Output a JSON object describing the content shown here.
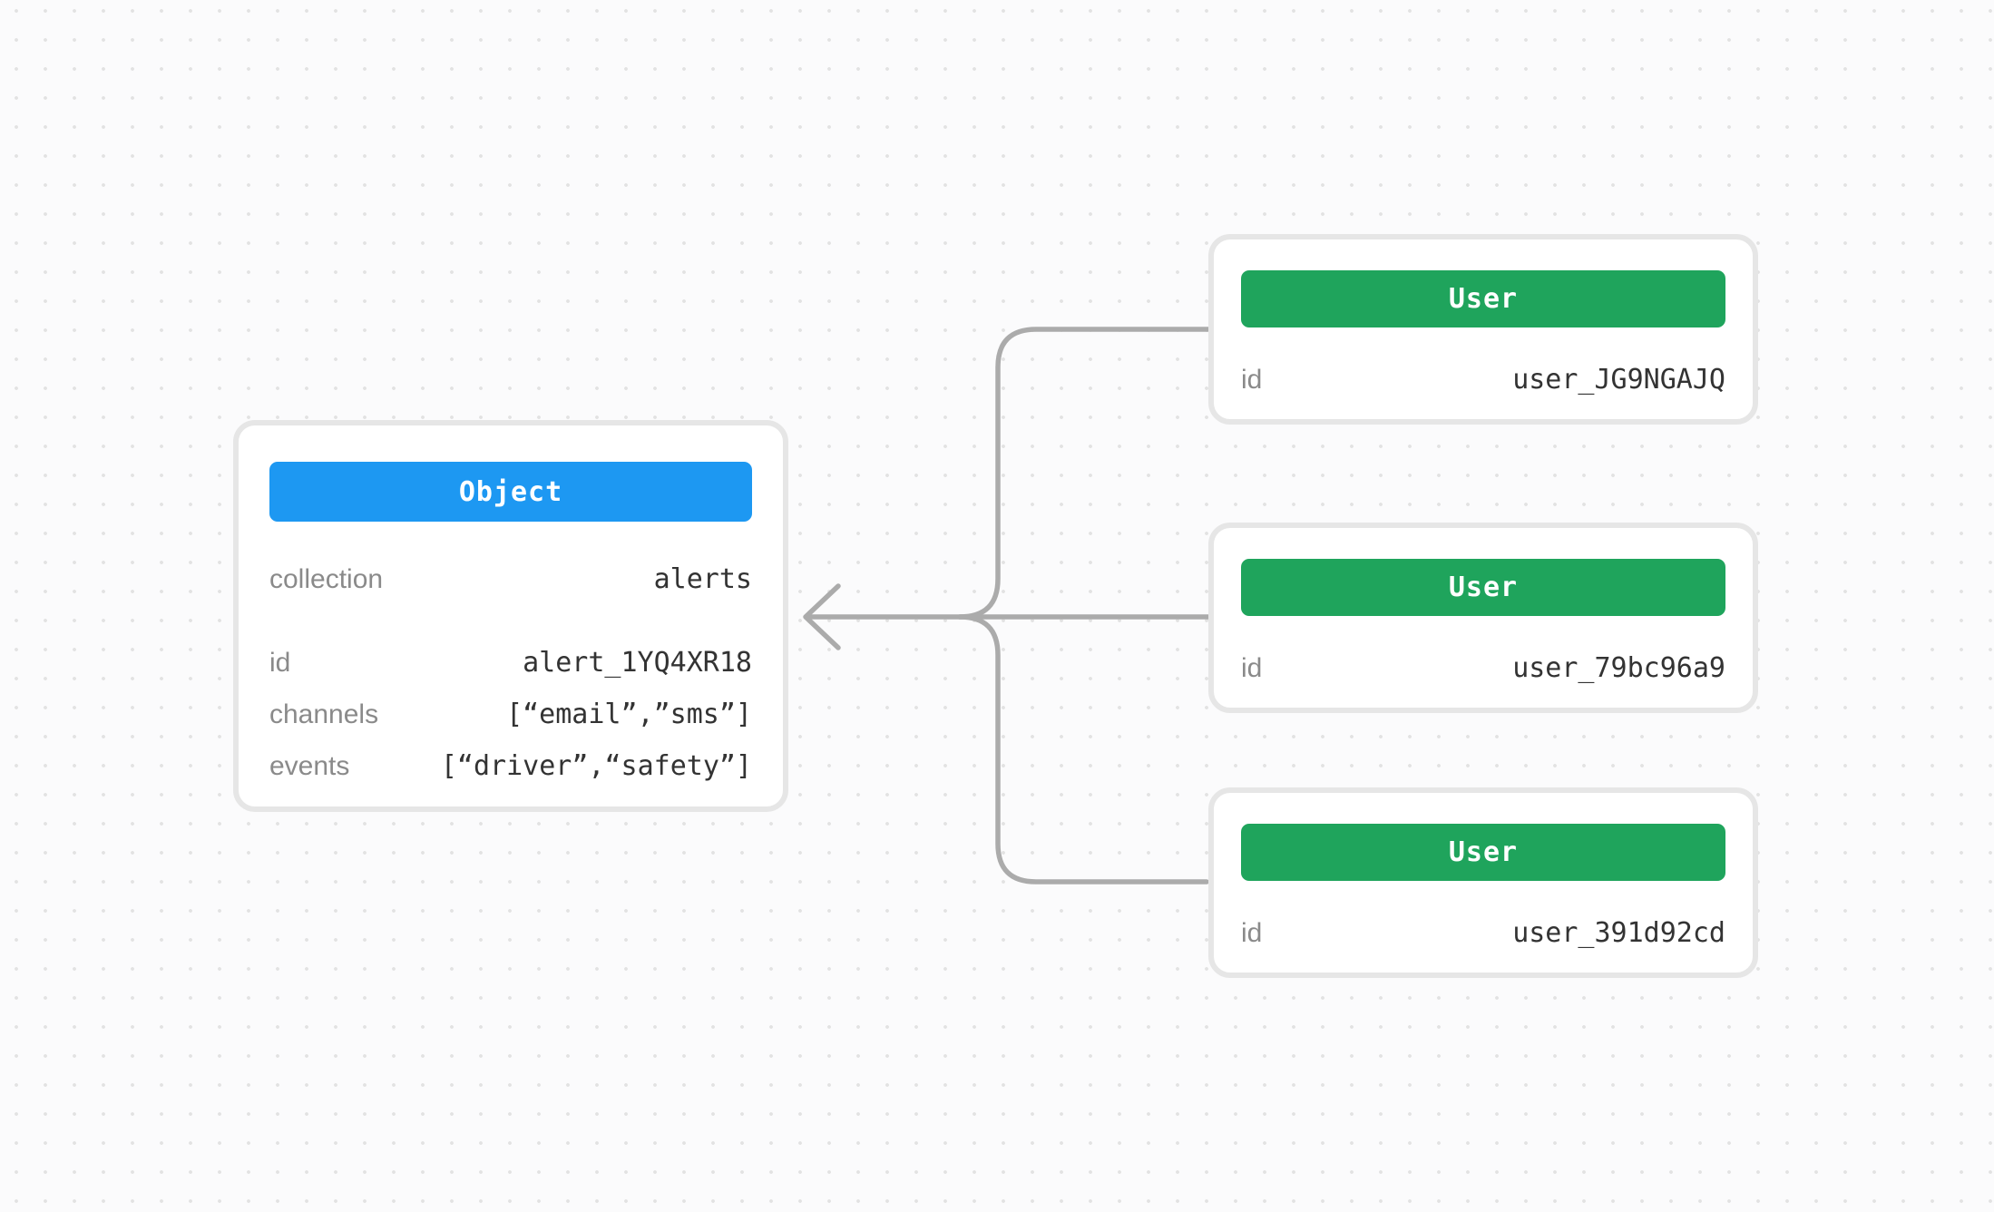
{
  "canvas": {
    "background_color": "#FBFBFC",
    "dot_color": "#E2E2E2"
  },
  "connector": {
    "color": "#ABABAB"
  },
  "object_card": {
    "header_label": "Object",
    "header_color": "#1D98F2",
    "rows": [
      {
        "label": "collection",
        "value": "alerts"
      },
      {
        "label": "id",
        "value": "alert_1YQ4XR18"
      },
      {
        "label": "channels",
        "value": "[“email”,”sms”]"
      },
      {
        "label": "events",
        "value": "[“driver”,“safety”]"
      }
    ]
  },
  "user_cards": [
    {
      "header_label": "User",
      "header_color": "#1FA45C",
      "id_label": "id",
      "id_value": "user_JG9NGAJQ"
    },
    {
      "header_label": "User",
      "header_color": "#1FA45C",
      "id_label": "id",
      "id_value": "user_79bc96a9"
    },
    {
      "header_label": "User",
      "header_color": "#1FA45C",
      "id_label": "id",
      "id_value": "user_391d92cd"
    }
  ]
}
